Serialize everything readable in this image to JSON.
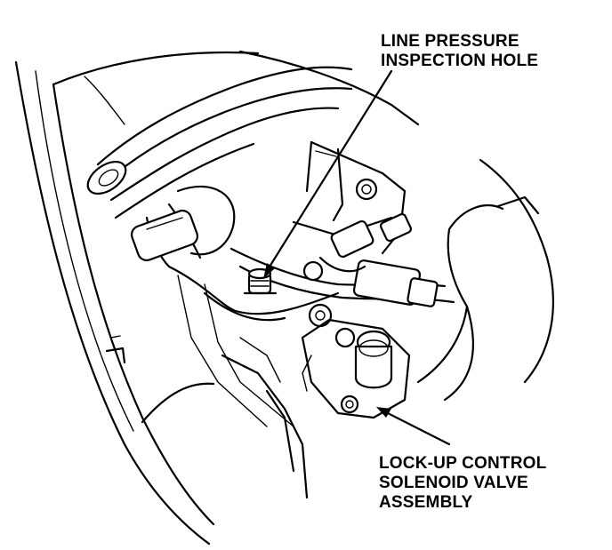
{
  "labels": {
    "top": [
      "LINE PRESSURE",
      "INSPECTION HOLE"
    ],
    "bottom": [
      "LOCK-UP CONTROL",
      "SOLENOID VALVE",
      "ASSEMBLY"
    ]
  },
  "colors": {
    "ink": "#000000",
    "paper": "#ffffff"
  }
}
